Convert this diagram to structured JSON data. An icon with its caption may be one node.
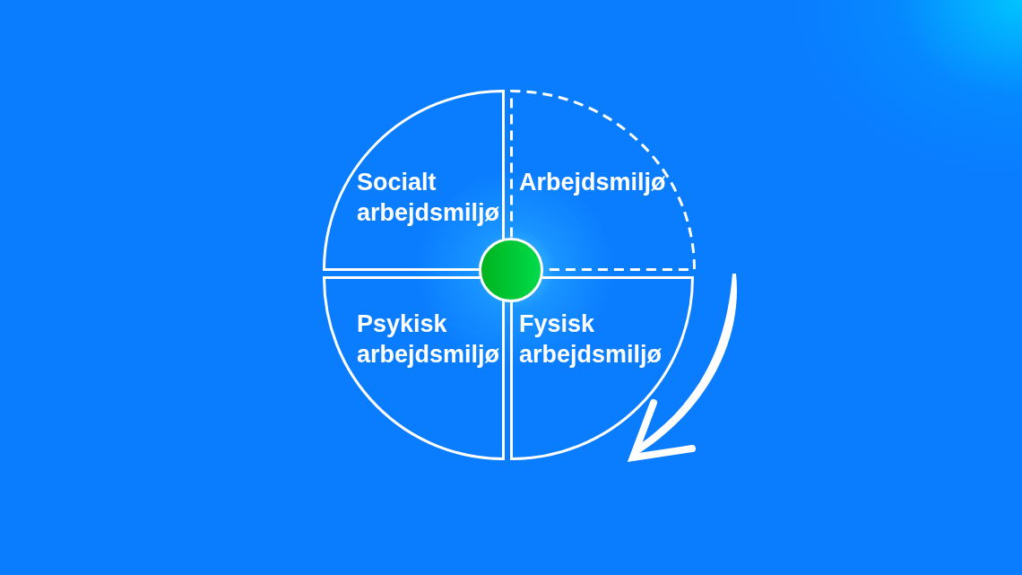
{
  "diagram": {
    "nodes": [
      {
        "text": [
          "Socialt arbejdsmiljø"
        ]
      },
      {
        "text": [
          "Arbejdsmiljø"
        ]
      },
      {
        "text": [],
        "shape": "circle"
      },
      {
        "text": [
          "Psykisk arbejdsmiljø"
        ]
      },
      {
        "text": [
          "Fysisk arbejdsmiljø"
        ]
      }
    ]
  }
}
